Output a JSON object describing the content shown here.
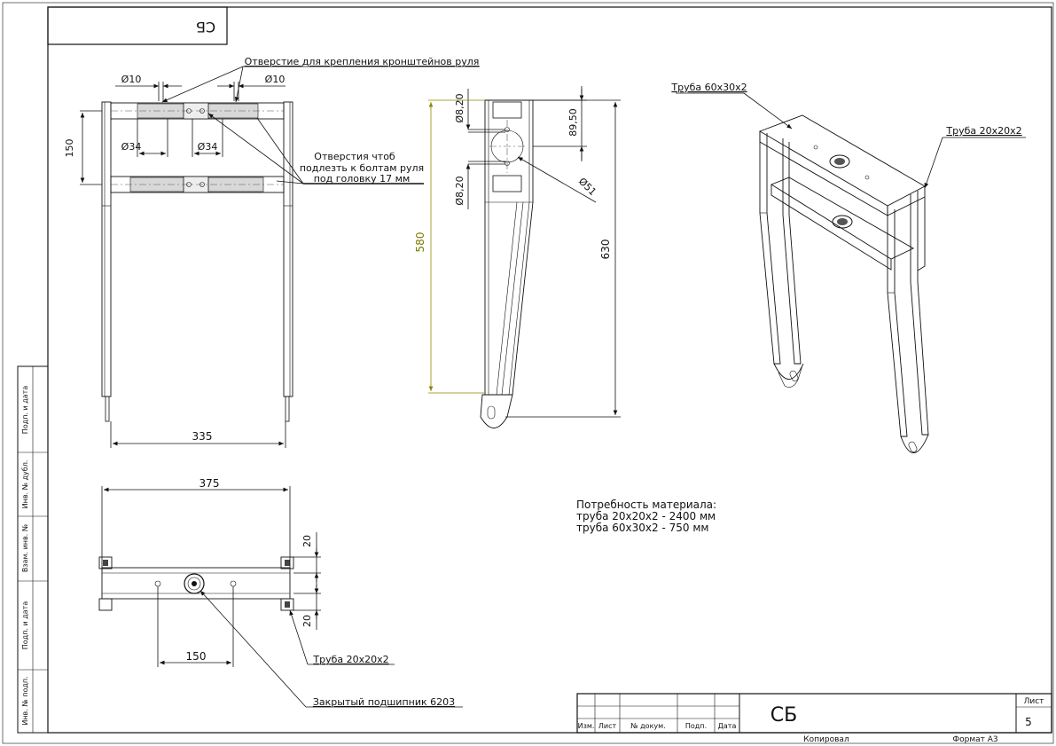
{
  "sheet": {
    "stamp_top": "СБ",
    "title_block": {
      "designation": "СБ",
      "sheet_label": "Лист",
      "sheet_number": "5",
      "col_izm": "Изм.",
      "col_list": "Лист",
      "col_doc": "№ докум.",
      "col_sign": "Подп.",
      "col_date": "Дата",
      "copied": "Копировал",
      "format": "Формат А3"
    },
    "side_strip": [
      "Подп. и дата",
      "Инв. № дубл.",
      "Взам. инв. №",
      "Подп. и дата",
      "Инв. № подп."
    ]
  },
  "front_view": {
    "callout_hole_bracket": "Отверстие для крепления кронштейнов руля",
    "callout_holes_bolts": [
      "Отверстия чтоб",
      "подлезть к болтам руля",
      "под головку 17 мм"
    ],
    "dim_d10_left": "Ø10",
    "dim_d10_right": "Ø10",
    "dim_d34_left": "Ø34",
    "dim_d34_right": "Ø34",
    "dim_150": "150",
    "dim_335": "335"
  },
  "side_view": {
    "dim_d820_top": "Ø8,20",
    "dim_d820_bottom": "Ø8,20",
    "dim_8950": "89,50",
    "dim_d51": "Ø51",
    "dim_580": "580",
    "dim_630": "630"
  },
  "top_view": {
    "dim_375": "375",
    "dim_20_top": "20",
    "dim_20_bottom": "20",
    "dim_150": "150",
    "callout_tube": "Труба 20х20х2",
    "callout_bearing": "Закрытый подшипник 6203"
  },
  "iso_view": {
    "callout_tube_big": "Труба 60х30х2",
    "callout_tube_small": "Труба 20х20х2"
  },
  "materials": {
    "heading": "Потребность материала:",
    "line1": "труба 20х20х2 - 2400 мм",
    "line2": "труба 60х30х2 - 750 мм"
  }
}
